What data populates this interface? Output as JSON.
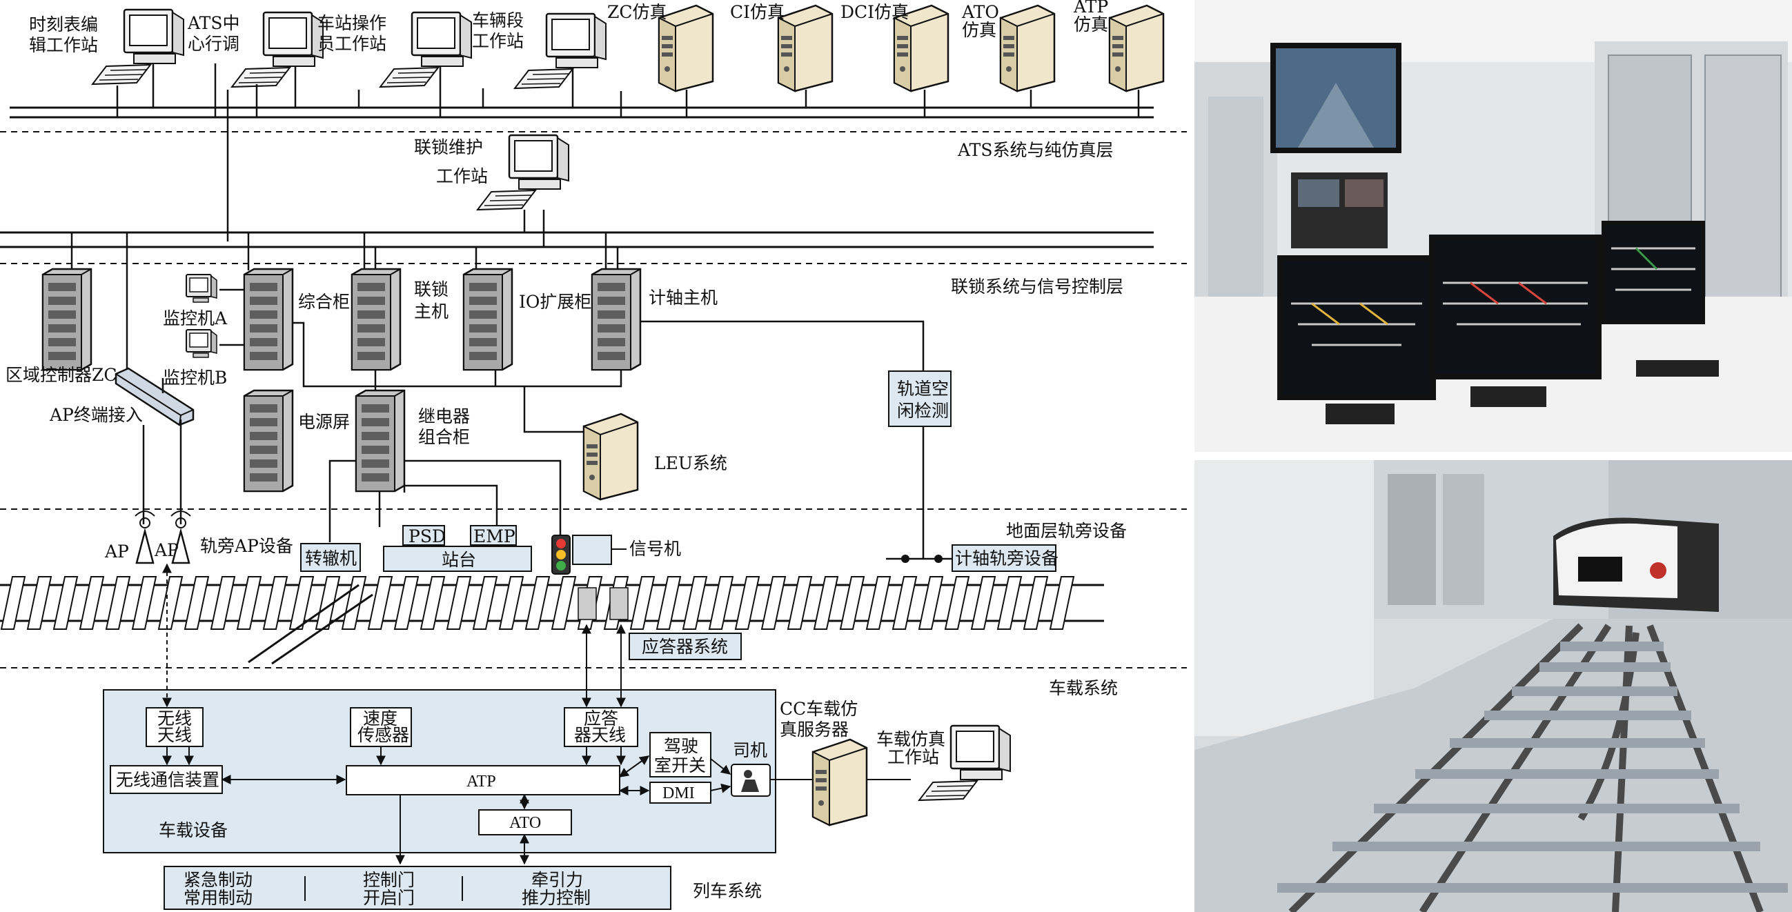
{
  "layers": {
    "ats": "ATS系统与纯仿真层",
    "interlock": "联锁系统与信号控制层",
    "ground": "地面层轨旁设备",
    "onboard": "车载系统"
  },
  "ats_stations": [
    {
      "line1": "时刻表编",
      "line2": "辑工作站"
    },
    {
      "line1": "ATS中",
      "line2": "心行调"
    },
    {
      "line1": "车站操作",
      "line2": "员工作站"
    },
    {
      "line1": "车辆段",
      "line2": "工作站"
    }
  ],
  "sim_servers": [
    "ZC仿真",
    "CI仿真",
    "DCI仿真",
    "ATO",
    "ATP"
  ],
  "sim_server_sub": [
    "仿真",
    "仿真"
  ],
  "interlock_ws": {
    "line1": "联锁维护",
    "line2": "工作站"
  },
  "cabinets": {
    "zc": "区域控制器ZC",
    "ap_access": "AP终端接入",
    "monitor_a": "监控机A",
    "monitor_b": "监控机B",
    "general": "综合柜",
    "interlock_host_1": "联锁",
    "interlock_host_2": "主机",
    "io": "IO扩展柜",
    "axle_host": "计轴主机",
    "power": "电源屏",
    "relay_1": "继电器",
    "relay_2": "组合柜",
    "leu": "LEU系统",
    "track_det_1": "轨道空",
    "track_det_2": "闲检测"
  },
  "ground": {
    "ap1": "AP",
    "ap2": "AP",
    "ap_trackside": "轨旁AP设备",
    "psd": "PSD",
    "emp": "EMP",
    "platform": "站台",
    "switch_machine": "转辙机",
    "signal": "信号机",
    "axle_trackside": "计轴轨旁设备",
    "transponder_sys": "应答器系统"
  },
  "onboard": {
    "radio_ant_1": "无线",
    "radio_ant_2": "天线",
    "speed_1": "速度",
    "speed_2": "传感器",
    "trans_ant_1": "应答",
    "trans_ant_2": "器天线",
    "radio_dev": "无线通信装置",
    "atp": "ATP",
    "cab_sw_1": "驾驶",
    "cab_sw_2": "室开关",
    "dmi": "DMI",
    "driver": "司机",
    "ato": "ATO",
    "equipment": "车载设备",
    "cc_server_1": "CC车载仿",
    "cc_server_2": "真服务器",
    "onboard_ws_1": "车载仿真",
    "onboard_ws_2": "工作站"
  },
  "train_system": {
    "title": "列车系统",
    "brake_1": "紧急制动",
    "brake_2": "常用制动",
    "door_1": "控制门",
    "door_2": "开启门",
    "traction_1": "牵引力",
    "traction_2": "推力控制"
  },
  "colors": {
    "box_fill": "#dde8f1",
    "line": "#111111"
  }
}
